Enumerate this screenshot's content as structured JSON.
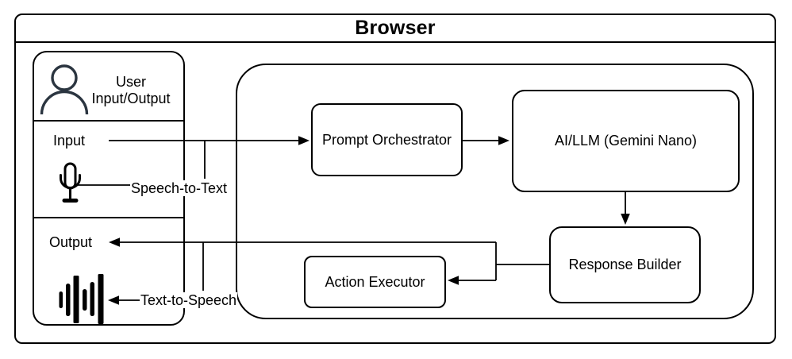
{
  "title": "Browser",
  "user_io": {
    "header_line1": "User",
    "header_line2": "Input/Output",
    "input_label": "Input",
    "output_label": "Output",
    "stt_label": "Speech-to-Text",
    "tts_label": "Text-to-Speech"
  },
  "nodes": {
    "prompt_orchestrator": "Prompt Orchestrator",
    "ai_llm": "AI/LLM (Gemini Nano)",
    "response_builder": "Response Builder",
    "action_executor": "Action Executor"
  },
  "flows": [
    {
      "from": "Input",
      "to": "Prompt Orchestrator"
    },
    {
      "from": "Speech-to-Text",
      "to": "Input"
    },
    {
      "from": "Microphone",
      "to": "Speech-to-Text"
    },
    {
      "from": "Prompt Orchestrator",
      "to": "AI/LLM (Gemini Nano)"
    },
    {
      "from": "AI/LLM (Gemini Nano)",
      "to": "Response Builder"
    },
    {
      "from": "Response Builder",
      "to": "Output"
    },
    {
      "from": "Response Builder",
      "to": "Action Executor"
    },
    {
      "from": "Output",
      "to": "Text-to-Speech"
    },
    {
      "from": "Text-to-Speech",
      "to": "Speaker"
    }
  ],
  "colors": {
    "stroke": "#000000",
    "background": "#ffffff",
    "person_icon": "#2b3540",
    "text": "#000000"
  }
}
